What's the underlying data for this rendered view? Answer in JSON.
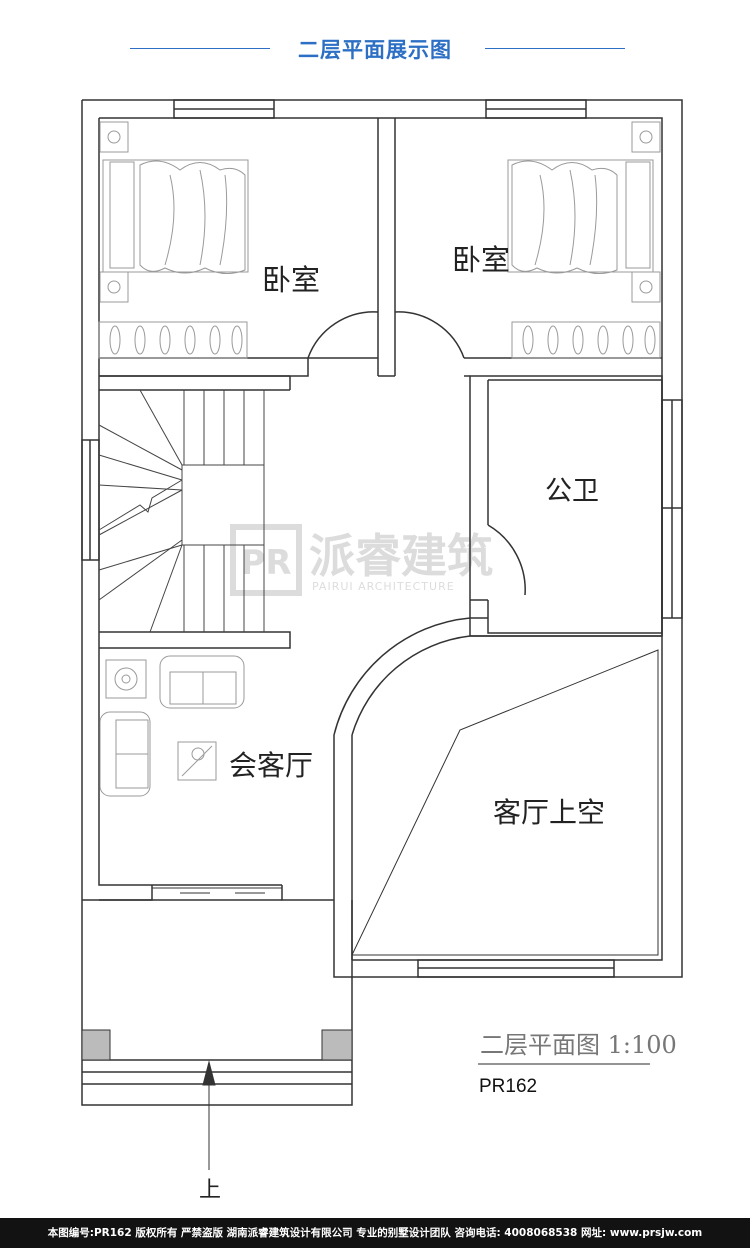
{
  "header": {
    "title": "二层平面展示图"
  },
  "rooms": {
    "bedroom_left": "卧室",
    "bedroom_right": "卧室",
    "bathroom": "公卫",
    "reception": "会客厅",
    "void": "客厅上空"
  },
  "watermark": {
    "brand_cn": "派睿建筑",
    "brand_en": "PAIRUI ARCHITECTURE",
    "logo": "PR"
  },
  "drawing": {
    "scale_label": "二层平面图 1:100",
    "code": "PR162",
    "up_label": "上"
  },
  "footer": {
    "text": "本图编号:PR162 版权所有 严禁盗版 湖南派睿建筑设计有限公司 专业的别墅设计团队 咨询电话: 4008068538 网址: www.prsjw.com"
  },
  "colors": {
    "accent": "#2d6fc4",
    "line": "#333333",
    "furniture": "#9a9a9a",
    "footer_bg": "#121212"
  }
}
